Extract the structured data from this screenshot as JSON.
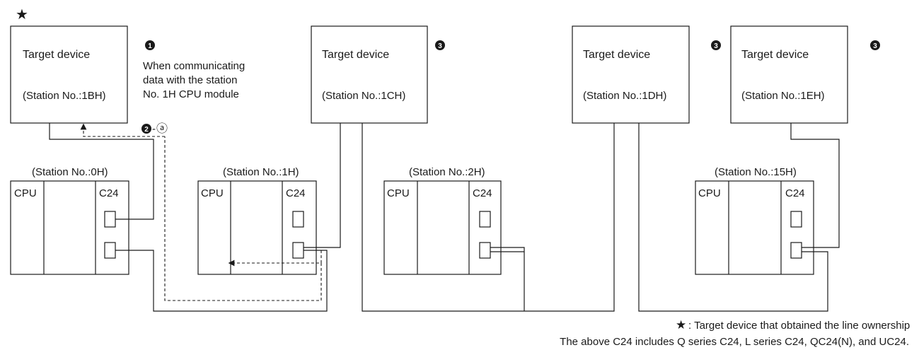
{
  "markers": {
    "star": "★",
    "note1": "1",
    "note2": "2",
    "note3": "3",
    "circle_a": "ⓐ",
    "dash": "-"
  },
  "target_devices": [
    {
      "name": "Target device",
      "station": "(Station No.:1BH)"
    },
    {
      "name": "Target device",
      "station": "(Station No.:1CH)"
    },
    {
      "name": "Target device",
      "station": "(Station No.:1DH)"
    },
    {
      "name": "Target device",
      "station": "(Station No.:1EH)"
    }
  ],
  "annotation": {
    "line1": "When communicating",
    "line2": "data with the station",
    "line3": "No. 1H CPU module"
  },
  "stations": [
    {
      "label": "(Station No.:0H)",
      "cpu": "CPU",
      "c24": "C24"
    },
    {
      "label": "(Station No.:1H)",
      "cpu": "CPU",
      "c24": "C24"
    },
    {
      "label": "(Station No.:2H)",
      "cpu": "CPU",
      "c24": "C24"
    },
    {
      "label": "(Station No.:15H)",
      "cpu": "CPU",
      "c24": "C24"
    }
  ],
  "legend": {
    "star_note": ": Target device that obtained the line ownership",
    "footnote": "The above C24 includes Q series C24, L series C24, QC24(N), and UC24."
  },
  "colors": {
    "line": "#1a1a1a",
    "background": "#ffffff"
  }
}
